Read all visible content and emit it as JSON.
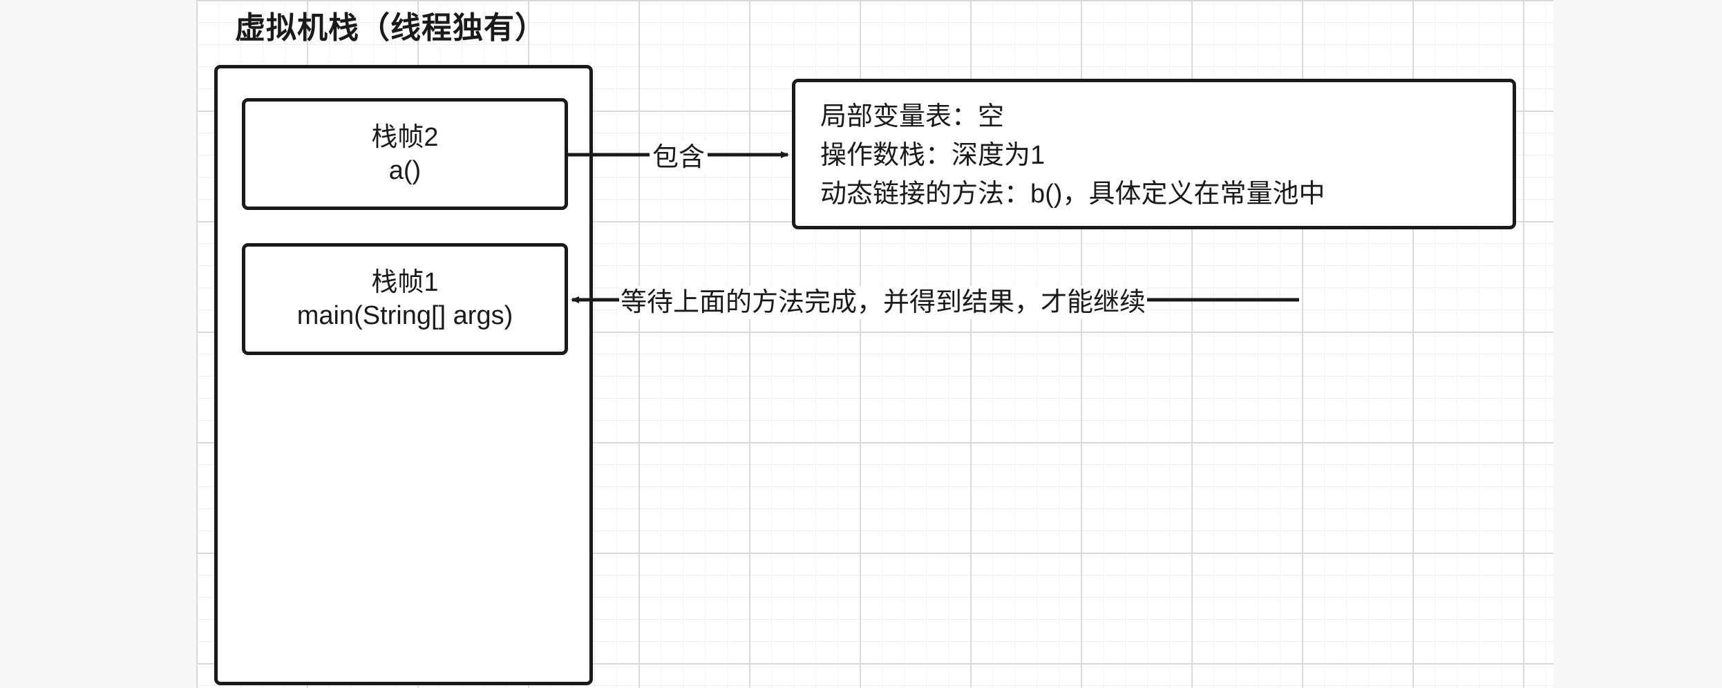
{
  "title": "虚拟机栈（线程独有）",
  "frames": [
    {
      "line1": "栈帧2",
      "line2": "a()"
    },
    {
      "line1": "栈帧1",
      "line2": "main(String[] args)"
    }
  ],
  "info_box": {
    "lines": [
      "局部变量表：空",
      "操作数栈：深度为1",
      "动态链接的方法：b()，具体定义在常量池中"
    ]
  },
  "edges": {
    "contains_label": "包含",
    "wait_label": "等待上面的方法完成，并得到结果，才能继续"
  }
}
